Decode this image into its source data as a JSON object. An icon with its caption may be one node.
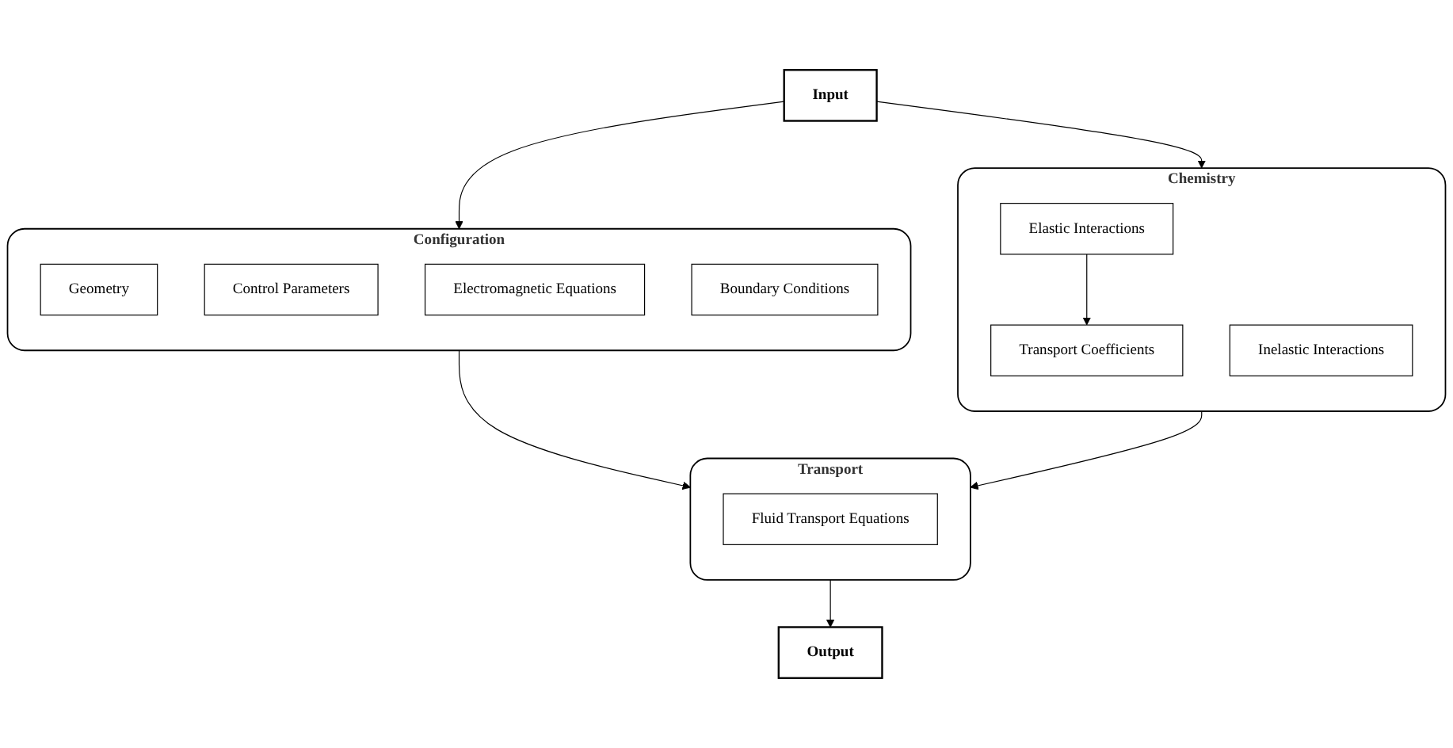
{
  "diagram": {
    "nodes": [
      {
        "text": [
          "Input"
        ]
      },
      {
        "text": [
          "Configuration"
        ]
      },
      {
        "text": [
          "Geometry"
        ],
        "in": 1
      },
      {
        "text": [
          "Control Parameters"
        ],
        "in": 1
      },
      {
        "text": [
          "Electromagnetic Equations"
        ],
        "in": 1
      },
      {
        "text": [
          "Boundary Conditions"
        ],
        "in": 1
      },
      {
        "text": [
          "Transport"
        ]
      },
      {
        "text": [
          "Fluid Transport Equations"
        ],
        "in": 6
      },
      {
        "text": [
          "Chemistry"
        ]
      },
      {
        "text": [
          "Elastic Interactions"
        ],
        "in": 8
      },
      {
        "text": [
          "Transport Coefficients"
        ],
        "in": 8
      },
      {
        "text": [
          "Inelastic Interactions"
        ],
        "in": 8
      },
      {
        "text": [
          "Output"
        ]
      }
    ],
    "edges": [
      {
        "from": 0,
        "to": 1,
        "arrow": "to"
      },
      {
        "from": 0,
        "to": 8,
        "arrow": "to"
      },
      {
        "from": 1,
        "to": 6,
        "arrow": "to"
      },
      {
        "from": 8,
        "to": 6,
        "arrow": "to"
      },
      {
        "from": 9,
        "to": 10,
        "arrow": "to"
      },
      {
        "from": 6,
        "to": 12,
        "arrow": "to"
      }
    ]
  }
}
